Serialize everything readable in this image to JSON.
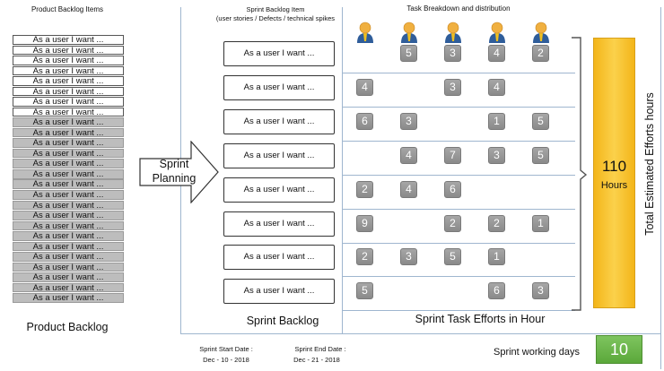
{
  "product_backlog": {
    "title": "Product Backlog Items",
    "item_label": "As a user I want ...",
    "selected_count": 8,
    "total_count": 26,
    "footer": "Product Backlog"
  },
  "arrow_label_line1": "Sprint",
  "arrow_label_line2": "Planning",
  "sprint_backlog": {
    "title_line1": "Sprint Backlog Item",
    "title_line2": "(user stories / Defects / technical spikes",
    "items": [
      "As a user I want ...",
      "As a user I want ...",
      "As a user I want ...",
      "As a user I want ...",
      "As a user I want ...",
      "As a user I want ...",
      "As a user I want ...",
      "As a user I want ..."
    ],
    "footer": "Sprint Backlog"
  },
  "task_breakdown": {
    "title": "Task Breakdown and distribution",
    "people_count": 5,
    "rows": [
      [
        null,
        "5",
        "3",
        "4",
        "2"
      ],
      [
        "4",
        null,
        "3",
        "4",
        null
      ],
      [
        "6",
        "3",
        null,
        "1",
        "5"
      ],
      [
        null,
        "4",
        "7",
        "3",
        "5"
      ],
      [
        "2",
        "4",
        "6",
        null,
        null
      ],
      [
        "9",
        null,
        "2",
        "2",
        "1"
      ],
      [
        "2",
        "3",
        "5",
        "1",
        null
      ],
      [
        "5",
        null,
        null,
        "6",
        "3"
      ]
    ],
    "footer": "Sprint Task Efforts in Hour"
  },
  "total": {
    "value": "110",
    "unit": "Hours",
    "label": "Total Estimated Efforts hours"
  },
  "sprint_dates": {
    "start_label": "Sprint Start Date :",
    "start_value": "Dec - 10 - 2018",
    "end_label": "Sprint End Date :",
    "end_value": "Dec - 21 - 2018"
  },
  "working_days": {
    "label": "Sprint working days",
    "value": "10"
  },
  "colors": {
    "total_bar": "#f3b519",
    "working_days_box": "#6bb64a",
    "tile": "#9a9a9a",
    "backlog_grey": "#bdbdbd"
  }
}
